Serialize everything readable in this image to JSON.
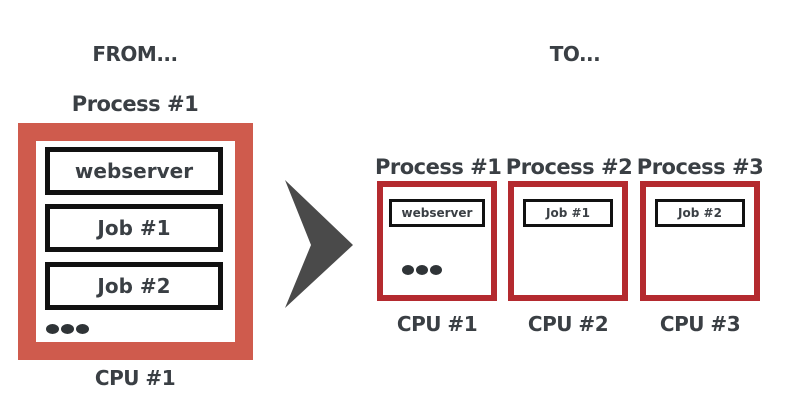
{
  "from": {
    "heading": "FROM...",
    "process_label": "Process #1",
    "cpu_label": "CPU #1",
    "jobs": [
      "webserver",
      "Job #1",
      "Job #2"
    ]
  },
  "to": {
    "heading": "TO...",
    "processes": [
      {
        "label": "Process #1",
        "job": "webserver",
        "cpu": "CPU #1"
      },
      {
        "label": "Process #2",
        "job": "Job #1",
        "cpu": "CPU #2"
      },
      {
        "label": "Process #3",
        "job": "Job #2",
        "cpu": "CPU #3"
      }
    ]
  },
  "colors": {
    "from_box": "#cf5b4d",
    "to_box": "#b42a2f",
    "arrow": "#4a4a4a",
    "text": "#3a3f44"
  },
  "icons": {
    "transition": "chevron-right-icon"
  }
}
